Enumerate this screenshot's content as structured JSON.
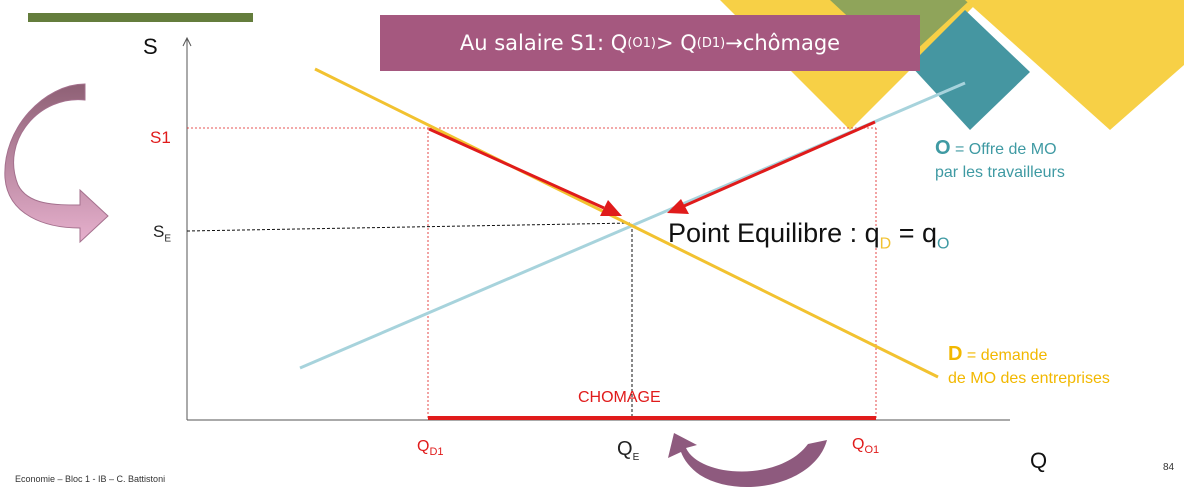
{
  "title": {
    "prefix": "Au salaire S1: Q",
    "sub1": "(O1)",
    "mid": " > Q",
    "sub2": "(D1)",
    "arrow": " → ",
    "suffix": "chômage"
  },
  "axes": {
    "y_label": "S",
    "x_label": "Q"
  },
  "labels": {
    "s1": "S1",
    "se_main": "S",
    "se_sub": "E",
    "qd1_main": "Q",
    "qd1_sub": "D1",
    "qo1_main": "Q",
    "qo1_sub": "O1",
    "qe_main": "Q",
    "qe_sub": "E",
    "chomage": "CHOMAGE"
  },
  "equilibrium": {
    "text": "Point Equilibre  : q",
    "sub_d": "D",
    "equals": " = q",
    "sub_o": "O"
  },
  "legend": {
    "o_letter": "O",
    "o_text": " = Offre de MO",
    "o_text2": "par les travailleurs",
    "d_letter": "D",
    "d_text": " = demande",
    "d_text2": "de MO des entreprises"
  },
  "footer": "Economie – Bloc 1 - IB – C. Battistoni",
  "page_number": "84",
  "colors": {
    "supply": "#a7d3dc",
    "demand": "#f2c230",
    "red": "#e01b1b",
    "title_bg": "#a5587f",
    "olive": "#647d3c",
    "yellow_deco": "#f7d046",
    "green_deco": "#8fa45a",
    "teal_deco": "#4596a1",
    "pink_arrow": "#c98fb0",
    "purple_arrow": "#8e5a7e"
  }
}
